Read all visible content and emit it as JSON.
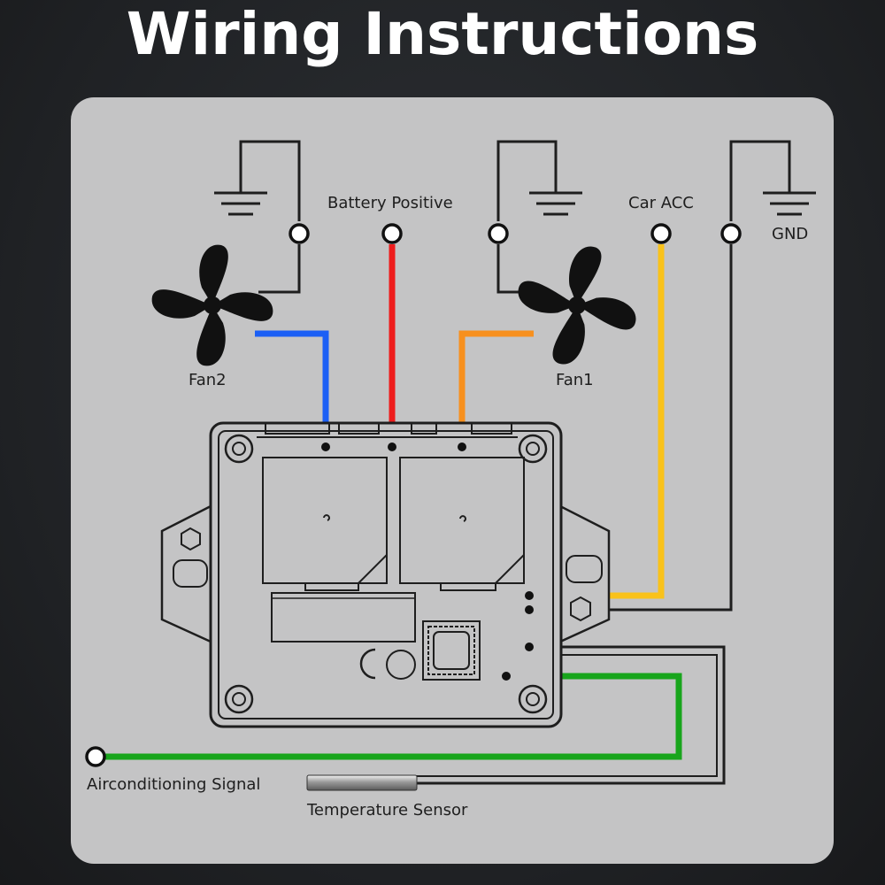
{
  "title": "Wiring Instructions",
  "labels": {
    "battery_positive": "Battery Positive",
    "car_acc": "Car ACC",
    "gnd": "GND",
    "fan2": "Fan2",
    "fan1": "Fan1",
    "aircon_signal": "Airconditioning Signal",
    "temp_sensor": "Temperature Sensor"
  },
  "wire_colors": {
    "battery_positive": "#ee1c1c",
    "car_acc": "#f9c21b",
    "fan1": "#f7901e",
    "fan2": "#1b5ff5",
    "aircon_signal": "#18a51c",
    "gnd": "#1e1e1e",
    "temp_sensor": "#1e1e1e"
  },
  "icons": [
    "ground-symbol-icon",
    "fan-icon",
    "temperature-probe-icon"
  ]
}
